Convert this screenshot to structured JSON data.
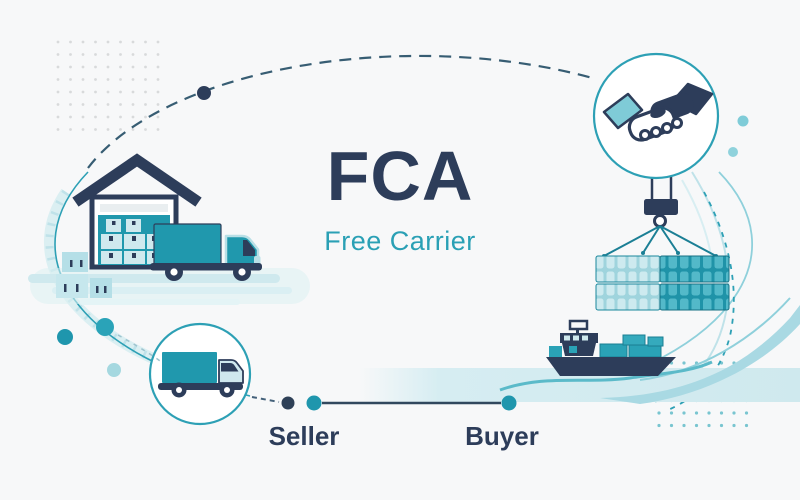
{
  "title": {
    "main": "FCA",
    "subtitle": "Free Carrier"
  },
  "parties": {
    "seller": "Seller",
    "buyer": "Buyer"
  },
  "colors": {
    "navy": "#2d3d5a",
    "teal": "#2098ad",
    "teal_accent": "#2aa0b5",
    "light_teal": "#b9dfe6",
    "pale_teal": "#d6edf2",
    "background": "#f7f8f9"
  },
  "icons": {
    "warehouse": "warehouse-icon",
    "delivery_truck": "delivery-truck-icon",
    "handshake": "handshake-icon",
    "crane_hook": "crane-hook-icon",
    "containers": "cargo-containers-icon",
    "ship": "cargo-ship-icon",
    "carrier_truck": "carrier-truck-icon"
  }
}
